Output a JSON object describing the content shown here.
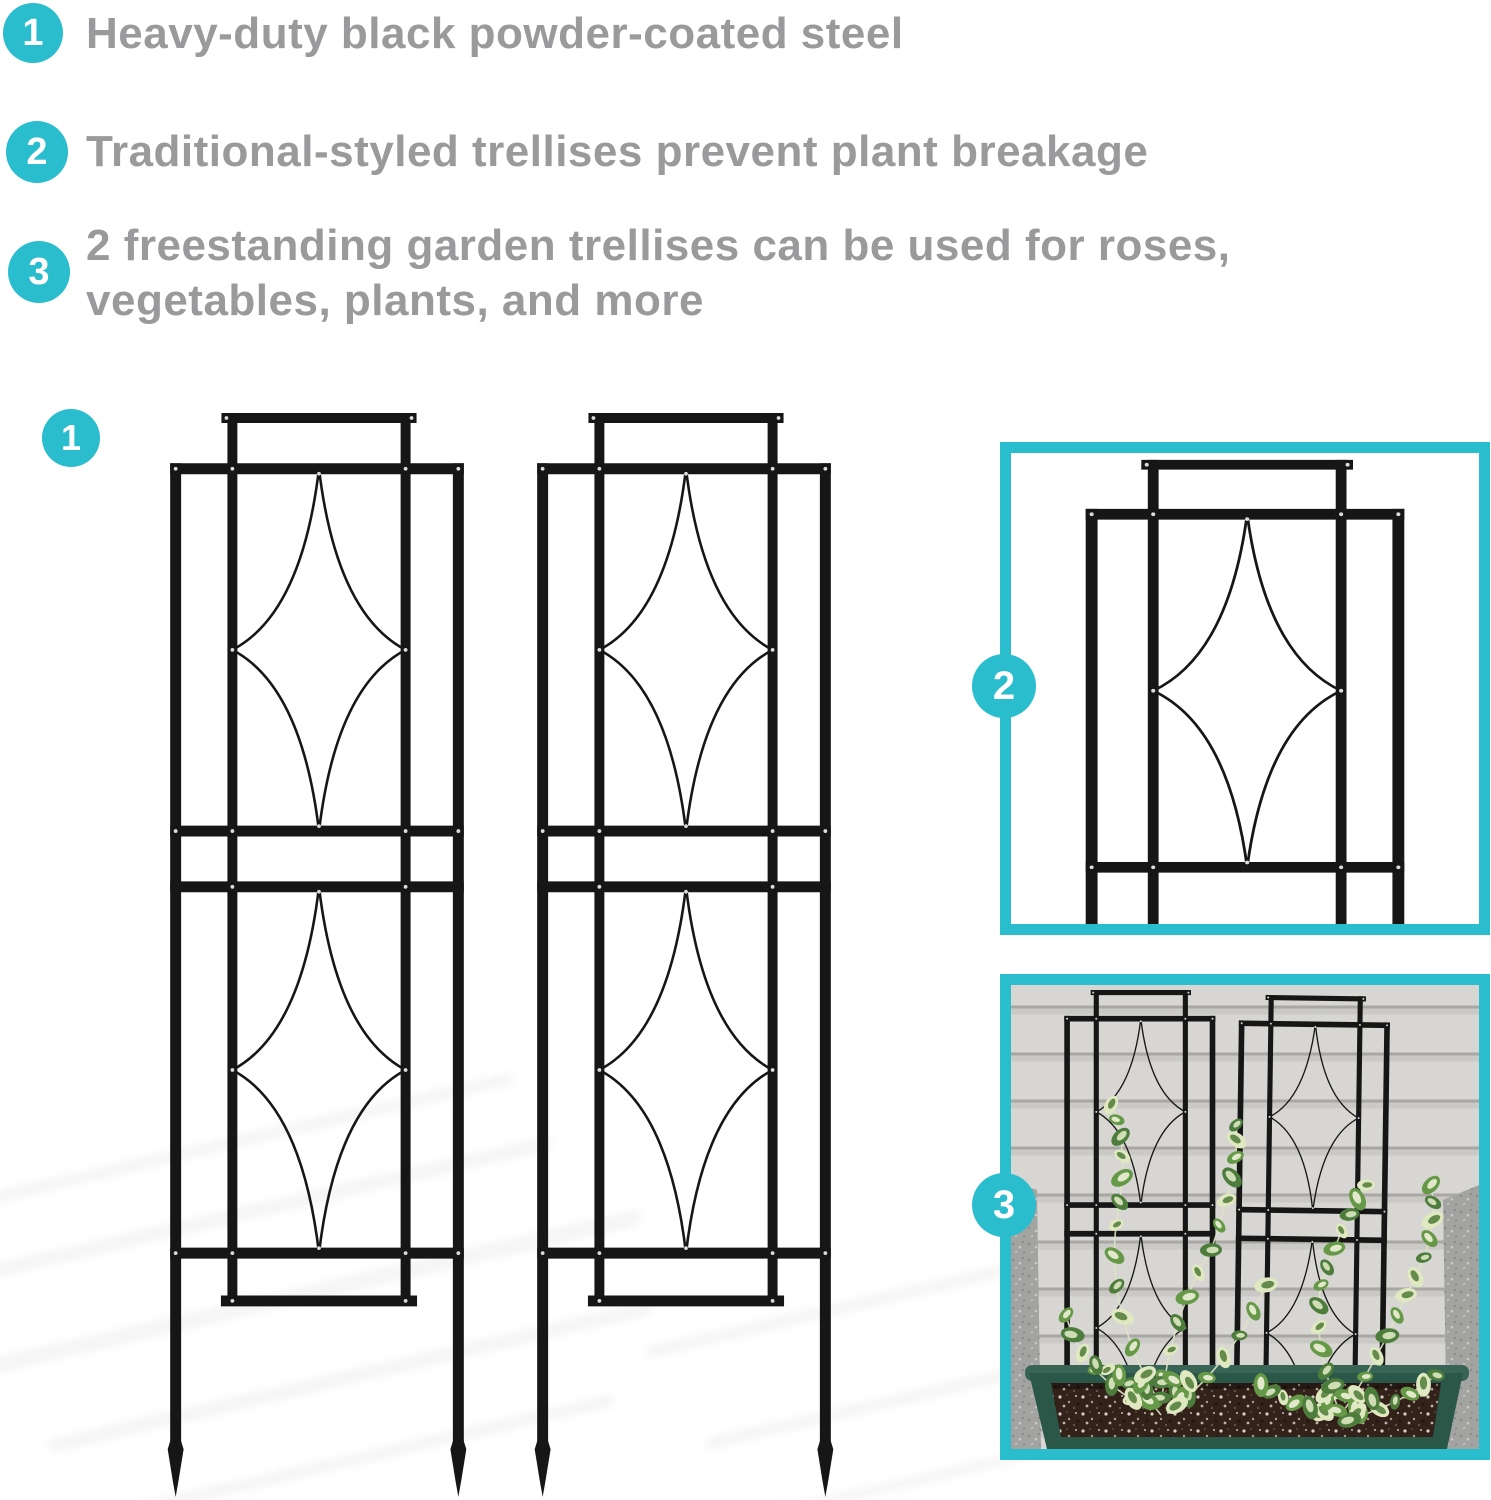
{
  "colors": {
    "accent": "#2abdcd",
    "text_gray": "#9a999b",
    "metal": "#161616",
    "siding_gray": "#d7d6d2",
    "siding_lap_shadow": "#a8a7a3",
    "planter_green": "#2b5748",
    "planter_rim_green": "#376455",
    "soil_brown": "#33221a",
    "stone_gray": "#a3a3a1",
    "leaf_dark_green": "#4d7c3d",
    "leaf_mid_green": "#659948",
    "leaf_cream": "#dfe8c0",
    "vine_stem": "#dee3c4"
  },
  "bullets": [
    {
      "number": "1",
      "text": "Heavy-duty black powder-coated steel"
    },
    {
      "number": "2",
      "text": "Traditional-styled trellises prevent plant breakage"
    },
    {
      "number": "3",
      "text_line1": "2 freestanding garden trellises can be used for roses,",
      "text_line2": "vegetables, plants, and more"
    }
  ],
  "callouts": {
    "main_trellises": "1",
    "closeup_inset": "2",
    "photo_inset": "3"
  },
  "figures": {
    "main": "two freestanding steel garden trellises with diamond accents and spear-point stakes",
    "closeup": "close-up of trellis top section with diamond wire accent",
    "photo": "two trellises installed in a green planter with variegated vines against house siding"
  }
}
